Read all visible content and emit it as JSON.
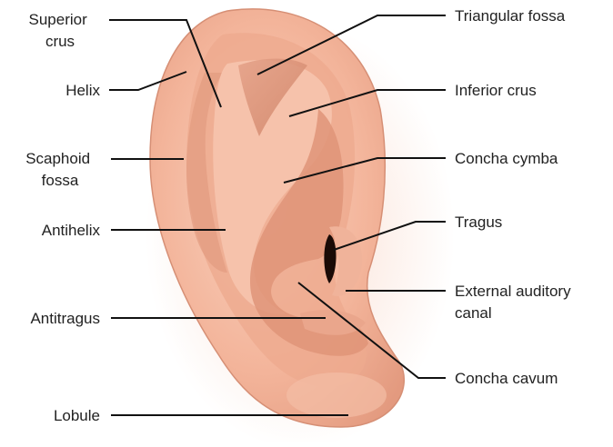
{
  "colors": {
    "skin_base": "#f3b49a",
    "skin_shadow": "#d88d74",
    "skin_light": "#f9d2bf",
    "canal": "#1a0a06",
    "leader": "#111111",
    "text": "#222222"
  },
  "labels": {
    "superior_crus": [
      "Superior",
      "crus"
    ],
    "helix": "Helix",
    "scaphoid_fossa": [
      "Scaphoid",
      "fossa"
    ],
    "antihelix": "Antihelix",
    "antitragus": "Antitragus",
    "lobule": "Lobule",
    "triangular_fossa": "Triangular fossa",
    "inferior_crus": "Inferior crus",
    "concha_cymba": "Concha cymba",
    "tragus": "Tragus",
    "external_auditory_canal": [
      "External auditory",
      "canal"
    ],
    "concha_cavum": "Concha cavum"
  }
}
